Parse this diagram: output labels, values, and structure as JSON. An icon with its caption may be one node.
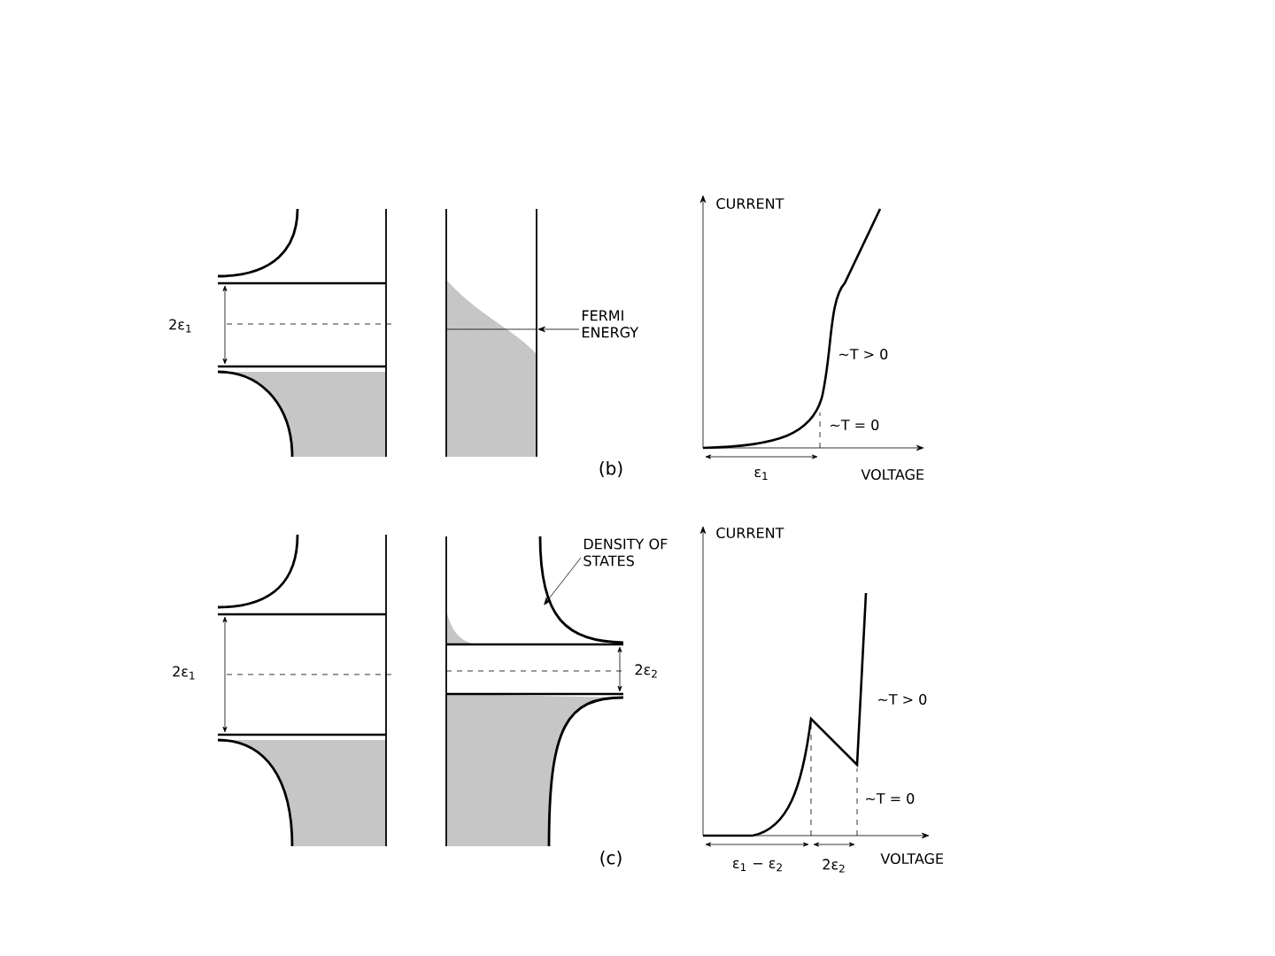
{
  "diagram": {
    "nodes": [
      {
        "text": [
          "FERMI ENERGY"
        ]
      },
      {
        "text": [],
        "shape": "line"
      },
      {
        "text": [
          "DENSITY OF STATES"
        ]
      }
    ],
    "edges": [
      {
        "from": 0,
        "to": 1,
        "arrow": "to"
      },
      {
        "from": 2,
        "to": null,
        "arrow": "to"
      }
    ],
    "labels": [
      "2ε$_{1}$",
      "CURRENT",
      "~T > 0",
      "~T = 0",
      "ε$_{1}$",
      "VOLTAGE",
      "(b)",
      "2ε$_{1}$",
      "2ε$_{2}$",
      "CURRENT",
      "~T > 0",
      "~T = 0",
      "ε$_{1}$ − ε$_{2}$",
      "2ε$_{2}$",
      "VOLTAGE",
      "(c)"
    ]
  }
}
